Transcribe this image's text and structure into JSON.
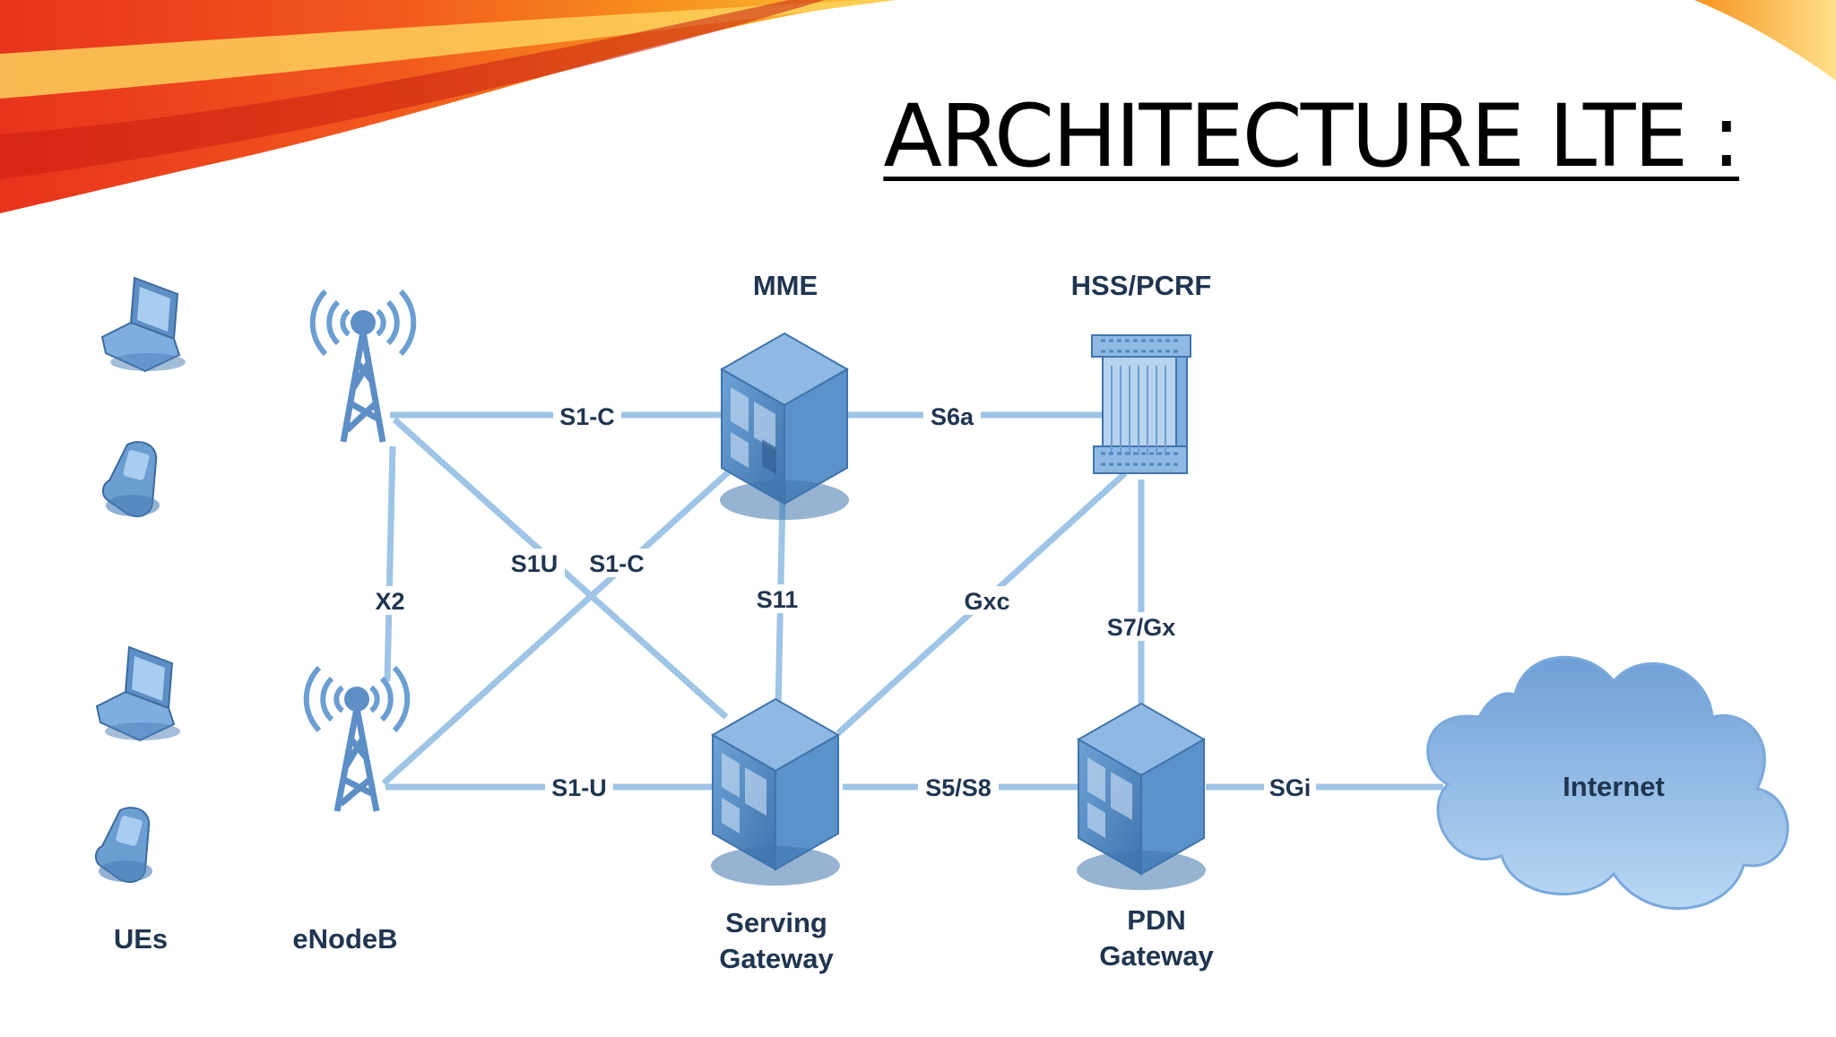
{
  "slide": {
    "title": "ARCHITECTURE LTE :"
  },
  "nodes": {
    "ues": "UEs",
    "enodeb": "eNodeB",
    "mme": "MME",
    "hss": "HSS/PCRF",
    "sgw": [
      "Serving",
      "Gateway"
    ],
    "pgw": [
      "PDN",
      "Gateway"
    ],
    "internet": "Internet"
  },
  "links": {
    "s1c_top": "S1-C",
    "s6a": "S6a",
    "s1u_cross": "S1U",
    "s1c_cross": "S1-C",
    "x2": "X2",
    "s11": "S11",
    "gxc": "Gxc",
    "s7gx": "S7/Gx",
    "s1u_bottom": "S1-U",
    "s5s8": "S5/S8",
    "sgi": "SGi"
  },
  "colors": {
    "link": "#9ec4e6",
    "device": "#6b9ed1",
    "server": "#4f86bf",
    "cloud": "#8ab8e6",
    "label": "#1f3550",
    "ribbon_red": "#e8331c",
    "ribbon_orange": "#f7931e"
  }
}
